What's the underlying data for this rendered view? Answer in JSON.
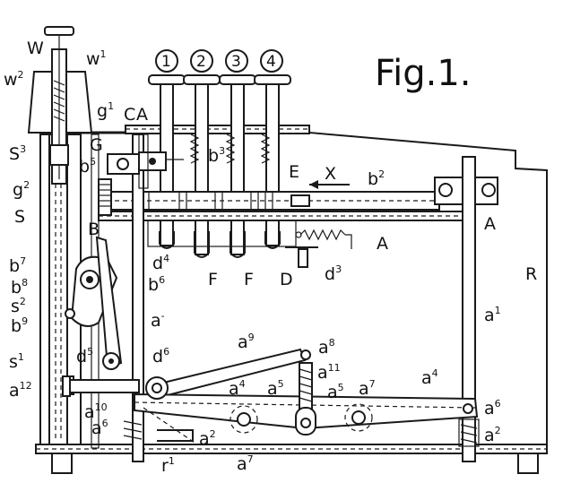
{
  "figure_title": "Fig.1.",
  "keys": [
    {
      "label": "1"
    },
    {
      "label": "2"
    },
    {
      "label": "3"
    },
    {
      "label": "4"
    }
  ],
  "labels": [
    {
      "id": "W",
      "text": "W",
      "sup": ""
    },
    {
      "id": "W1",
      "text": "w",
      "sup": "1"
    },
    {
      "id": "W2",
      "text": "w",
      "sup": "2"
    },
    {
      "id": "S3",
      "text": "S",
      "sup": "3"
    },
    {
      "id": "g1",
      "text": "g",
      "sup": "1"
    },
    {
      "id": "C",
      "text": "C",
      "sup": ""
    },
    {
      "id": "A_top",
      "text": "A",
      "sup": ""
    },
    {
      "id": "G",
      "text": "G",
      "sup": ""
    },
    {
      "id": "b5",
      "text": "b",
      "sup": "5"
    },
    {
      "id": "b3",
      "text": "b",
      "sup": "3"
    },
    {
      "id": "g2",
      "text": "g",
      "sup": "2"
    },
    {
      "id": "E",
      "text": "E",
      "sup": ""
    },
    {
      "id": "X",
      "text": "X",
      "sup": ""
    },
    {
      "id": "b2",
      "text": "b",
      "sup": "2"
    },
    {
      "id": "A_right",
      "text": "A",
      "sup": ""
    },
    {
      "id": "S",
      "text": "S",
      "sup": ""
    },
    {
      "id": "B",
      "text": "B",
      "sup": ""
    },
    {
      "id": "A_mid",
      "text": "A",
      "sup": ""
    },
    {
      "id": "d4",
      "text": "d",
      "sup": "4"
    },
    {
      "id": "F1",
      "text": "F",
      "sup": ""
    },
    {
      "id": "F2",
      "text": "F",
      "sup": ""
    },
    {
      "id": "D",
      "text": "D",
      "sup": ""
    },
    {
      "id": "d3",
      "text": "d",
      "sup": "3"
    },
    {
      "id": "R",
      "text": "R",
      "sup": ""
    },
    {
      "id": "b7",
      "text": "b",
      "sup": "7"
    },
    {
      "id": "b8",
      "text": "b",
      "sup": "8"
    },
    {
      "id": "b6",
      "text": "b",
      "sup": "6"
    },
    {
      "id": "s2",
      "text": "s",
      "sup": "2"
    },
    {
      "id": "b9",
      "text": "b",
      "sup": "9"
    },
    {
      "id": "a_dash",
      "text": "a",
      "sup": "-"
    },
    {
      "id": "a1",
      "text": "a",
      "sup": "1"
    },
    {
      "id": "s1",
      "text": "s",
      "sup": "1"
    },
    {
      "id": "a9",
      "text": "a",
      "sup": "9"
    },
    {
      "id": "a8",
      "text": "a",
      "sup": "8"
    },
    {
      "id": "d5",
      "text": "d",
      "sup": "5"
    },
    {
      "id": "d6",
      "text": "d",
      "sup": "6"
    },
    {
      "id": "a11",
      "text": "a",
      "sup": "11"
    },
    {
      "id": "a12",
      "text": "a",
      "sup": "12"
    },
    {
      "id": "a4_left",
      "text": "a",
      "sup": "4"
    },
    {
      "id": "a5_left",
      "text": "a",
      "sup": "5"
    },
    {
      "id": "a5_right",
      "text": "a",
      "sup": "5"
    },
    {
      "id": "a7_top",
      "text": "a",
      "sup": "7"
    },
    {
      "id": "a4_right",
      "text": "a",
      "sup": "4"
    },
    {
      "id": "a10",
      "text": "a",
      "sup": "10"
    },
    {
      "id": "a6_left",
      "text": "a",
      "sup": "6"
    },
    {
      "id": "a6_right",
      "text": "a",
      "sup": "6"
    },
    {
      "id": "a2_left",
      "text": "a",
      "sup": "2"
    },
    {
      "id": "a2_right",
      "text": "a",
      "sup": "2"
    },
    {
      "id": "a7_bottom",
      "text": "a",
      "sup": "7"
    },
    {
      "id": "r1",
      "text": "r",
      "sup": "1"
    }
  ]
}
